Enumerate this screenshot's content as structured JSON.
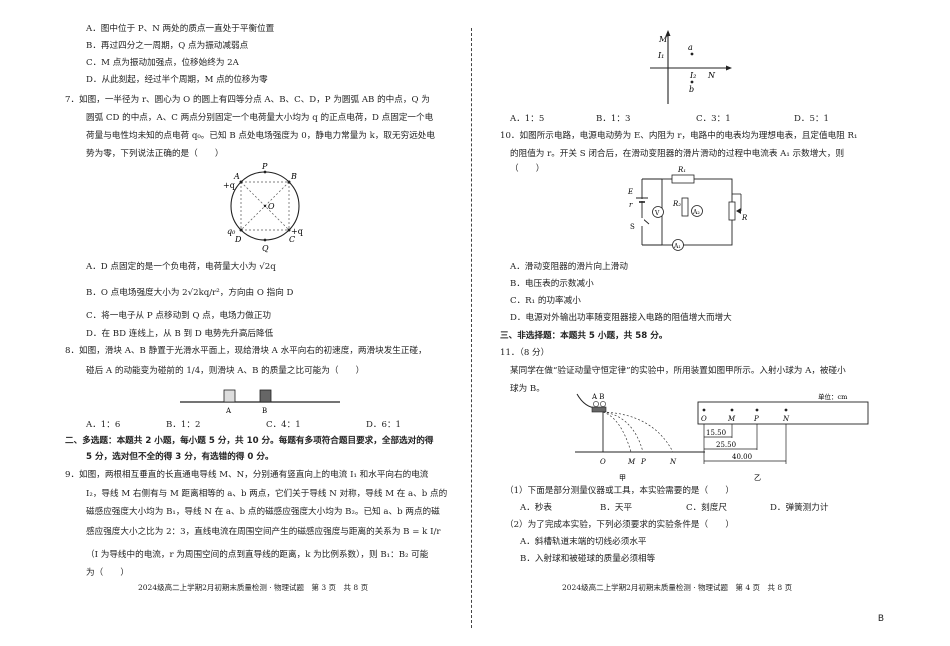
{
  "left": {
    "q6_opts": [
      "A．图中位于 P、N 两处的质点一直处于平衡位置",
      "B．再过四分之一周期，Q 点为振动减弱点",
      "C．M 点为振动加强点，位移始终为 2A",
      "D．从此刻起，经过半个周期，M 点的位移为零"
    ],
    "q7_lines": [
      "7．如图，一半径为 r、圆心为 O 的圆上有四等分点 A、B、C、D，P 为圆弧 AB 的中点，Q 为",
      "圆弧 CD 的中点，A、C 两点分别固定一个电荷量大小均为 q 的正点电荷，D 点固定一个电",
      "荷量与电性均未知的点电荷 q₀。已知 B 点处电场强度为 0，静电力常量为 k，取无穷远处电",
      "势为零，下列说法正确的是（　　）"
    ],
    "q7_fig": {
      "P": "P",
      "A": "A",
      "B": "B",
      "O": "O",
      "D": "D",
      "C": "C",
      "Q": "Q",
      "plusq_left": "+q",
      "plusq_right": "+q",
      "q0": "q₀"
    },
    "q7_opts": [
      "A．D 点固定的是一个负电荷，电荷量大小为 √2q",
      "B．O 点电场强度大小为 2√2kq/r²，方向由 O 指向 D",
      "C．将一电子从 P 点移动到 Q 点，电场力做正功",
      "D．在 BD 连线上，从 B 到 D 电势先升高后降低"
    ],
    "q8_lines": [
      "8．如图，滑块 A、B 静置于光滑水平面上，现给滑块 A 水平向右的初速度，两滑块发生正碰，",
      "碰后 A 的动能变为碰前的 1/4，则滑块 A、B 的质量之比可能为（　　）"
    ],
    "q8_fig": {
      "A": "A",
      "B": "B"
    },
    "q8_opts": [
      "A．1：6",
      "B．1：2",
      "C．4：1",
      "D．6：1"
    ],
    "sec2_lines": [
      "二、多选题：本题共 2 小题，每小题 5 分，共 10 分。每题有多项符合题目要求，全部选对的得",
      "5 分，选对但不全的得 3 分，有选错的得 0 分。"
    ],
    "q9_lines": [
      "9．如图，两根相互垂直的长直通电导线 M、N，分别通有竖直向上的电流 I₁ 和水平向右的电流",
      "I₂，导线 M 右侧有与 M 距离相等的 a、b 两点，它们关于导线 N 对称，导线 M 在 a、b 点的",
      "磁感应强度大小均为 B₁，导线 N 在 a、b 点的磁感应强度大小均为 B₂。已知 a、b 两点的磁",
      "感应强度大小之比为 2：3，直线电流在周围空间产生的磁感应强度与距离的关系为 B = k I/r",
      "（I 为导线中的电流，r 为周围空间的点到直导线的距离，k 为比例系数），则 B₁：B₂ 可能",
      "为（　　）"
    ],
    "footer": "2024级高二上学期2月初期末质量检测 · 物理试题　第 3 页　共 8 页"
  },
  "right": {
    "q9_fig": {
      "M": "M",
      "I1": "I₁",
      "a": "a",
      "I2": "I₂",
      "N": "N",
      "b": "b"
    },
    "q9_opts": [
      "A．1：5",
      "B．1：3",
      "C．3：1",
      "D．5：1"
    ],
    "q10_lines": [
      "10．如图所示电路，电源电动势为 E、内阻为 r，电路中的电表均为理想电表，且定值电阻 R₁",
      "的阻值为 r。开关 S 闭合后，在滑动变阻器的滑片滑动的过程中电流表 A₁ 示数增大，则",
      "（　　）"
    ],
    "q10_fig": {
      "R1": "R₁",
      "R2": "R₂",
      "R": "R",
      "E": "E",
      "r": "r",
      "S": "S",
      "V": "V",
      "A2": "A₂",
      "A1": "A₁"
    },
    "q10_opts": [
      "A．滑动变阻器的滑片向上滑动",
      "B．电压表的示数减小",
      "C．R₁ 的功率减小",
      "D．电源对外输出功率随变阻器接入电路的阻值增大而增大"
    ],
    "sec3": "三、非选择题：本题共 5 小题，共 58 分。",
    "q11_head": "11．（8 分）",
    "q11_lines": [
      "某同学在做“验证动量守恒定律”的实验中，所用装置如图甲所示。入射小球为 A，被碰小",
      "球为 B。"
    ],
    "q11_fig": {
      "ab": "A B",
      "floor_labels": [
        "O",
        "M",
        "P",
        "N"
      ],
      "caption_left": "甲",
      "caption_right": "乙",
      "unit": "单位：cm",
      "scale_labels": [
        "O",
        "M",
        "P",
        "N"
      ],
      "d1": "15.50",
      "d2": "25.50",
      "d3": "40.00"
    },
    "q11_1": "（1）下面是部分测量仪器或工具，本实验需要的是（　　）",
    "q11_1_opts": [
      "A．秒表",
      "B．天平",
      "C．刻度尺",
      "D．弹簧测力计"
    ],
    "q11_2": "（2）为了完成本实验，下列必须要求的实验条件是（　　）",
    "q11_2_opts": [
      "A．斜槽轨道末端的切线必须水平",
      "B．入射球和被碰球的质量必须相等"
    ],
    "footer": "2024级高二上学期2月初期末质量检测 · 物理试题　第 4 页　共 8 页"
  },
  "page_mark": "B"
}
